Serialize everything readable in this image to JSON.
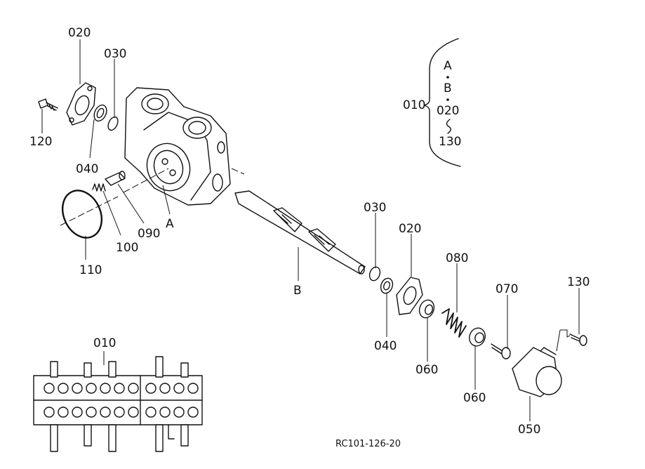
{
  "callouts": {
    "c020_top": "020",
    "c030_top": "030",
    "c120": "120",
    "c040_top": "040",
    "c110": "110",
    "c100": "100",
    "c090": "090",
    "cA": "A",
    "cB": "B",
    "c030_mid": "030",
    "c020_mid": "020",
    "c040_mid": "040",
    "c060_a": "060",
    "c060_b": "060",
    "c080": "080",
    "c070": "070",
    "c130": "130",
    "c050": "050",
    "c010_bottom": "010"
  },
  "legend": {
    "assembly": "010",
    "line1": "A",
    "line2": "B",
    "line3": "020",
    "line4": "130"
  },
  "reference_code": "RC101-126-20"
}
